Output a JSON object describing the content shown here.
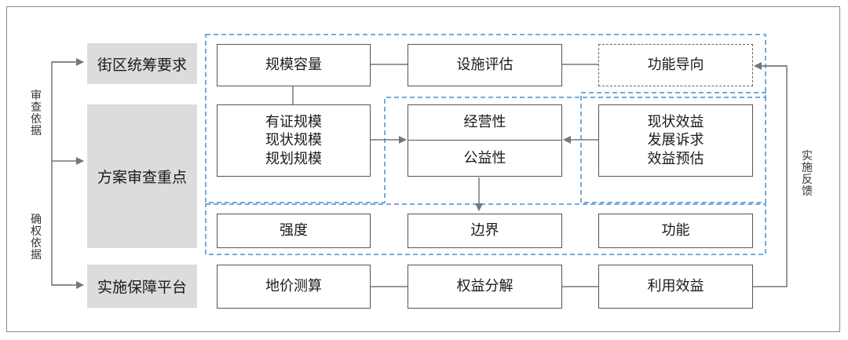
{
  "left_categories": {
    "block_requirement": "街区统筹要求",
    "review_focus": "方案审查重点",
    "implementation_platform": "实施保障平台"
  },
  "side_labels": {
    "review_basis": "审查依据",
    "rights_basis": "确权依据",
    "implementation_feedback": "实施反馈"
  },
  "row1": {
    "capacity": "规模容量",
    "facility_eval": "设施评估",
    "function_orientation": "功能导向"
  },
  "row2": {
    "scale_lines": [
      "有证规模",
      "现状规模",
      "规划规模"
    ],
    "operating": "经营性",
    "public_welfare": "公益性",
    "benefit_lines": [
      "现状效益",
      "发展诉求",
      "效益预估"
    ]
  },
  "row3": {
    "intensity": "强度",
    "boundary": "边界",
    "function": "功能"
  },
  "row4": {
    "land_price": "地价测算",
    "rights_decomposition": "权益分解",
    "utilization_benefit": "利用效益"
  },
  "colors": {
    "dashed_blue": "#4a8fd0",
    "gray_fill": "#dcdcdc",
    "arrow_gray": "#777777",
    "box_border": "#555555"
  }
}
